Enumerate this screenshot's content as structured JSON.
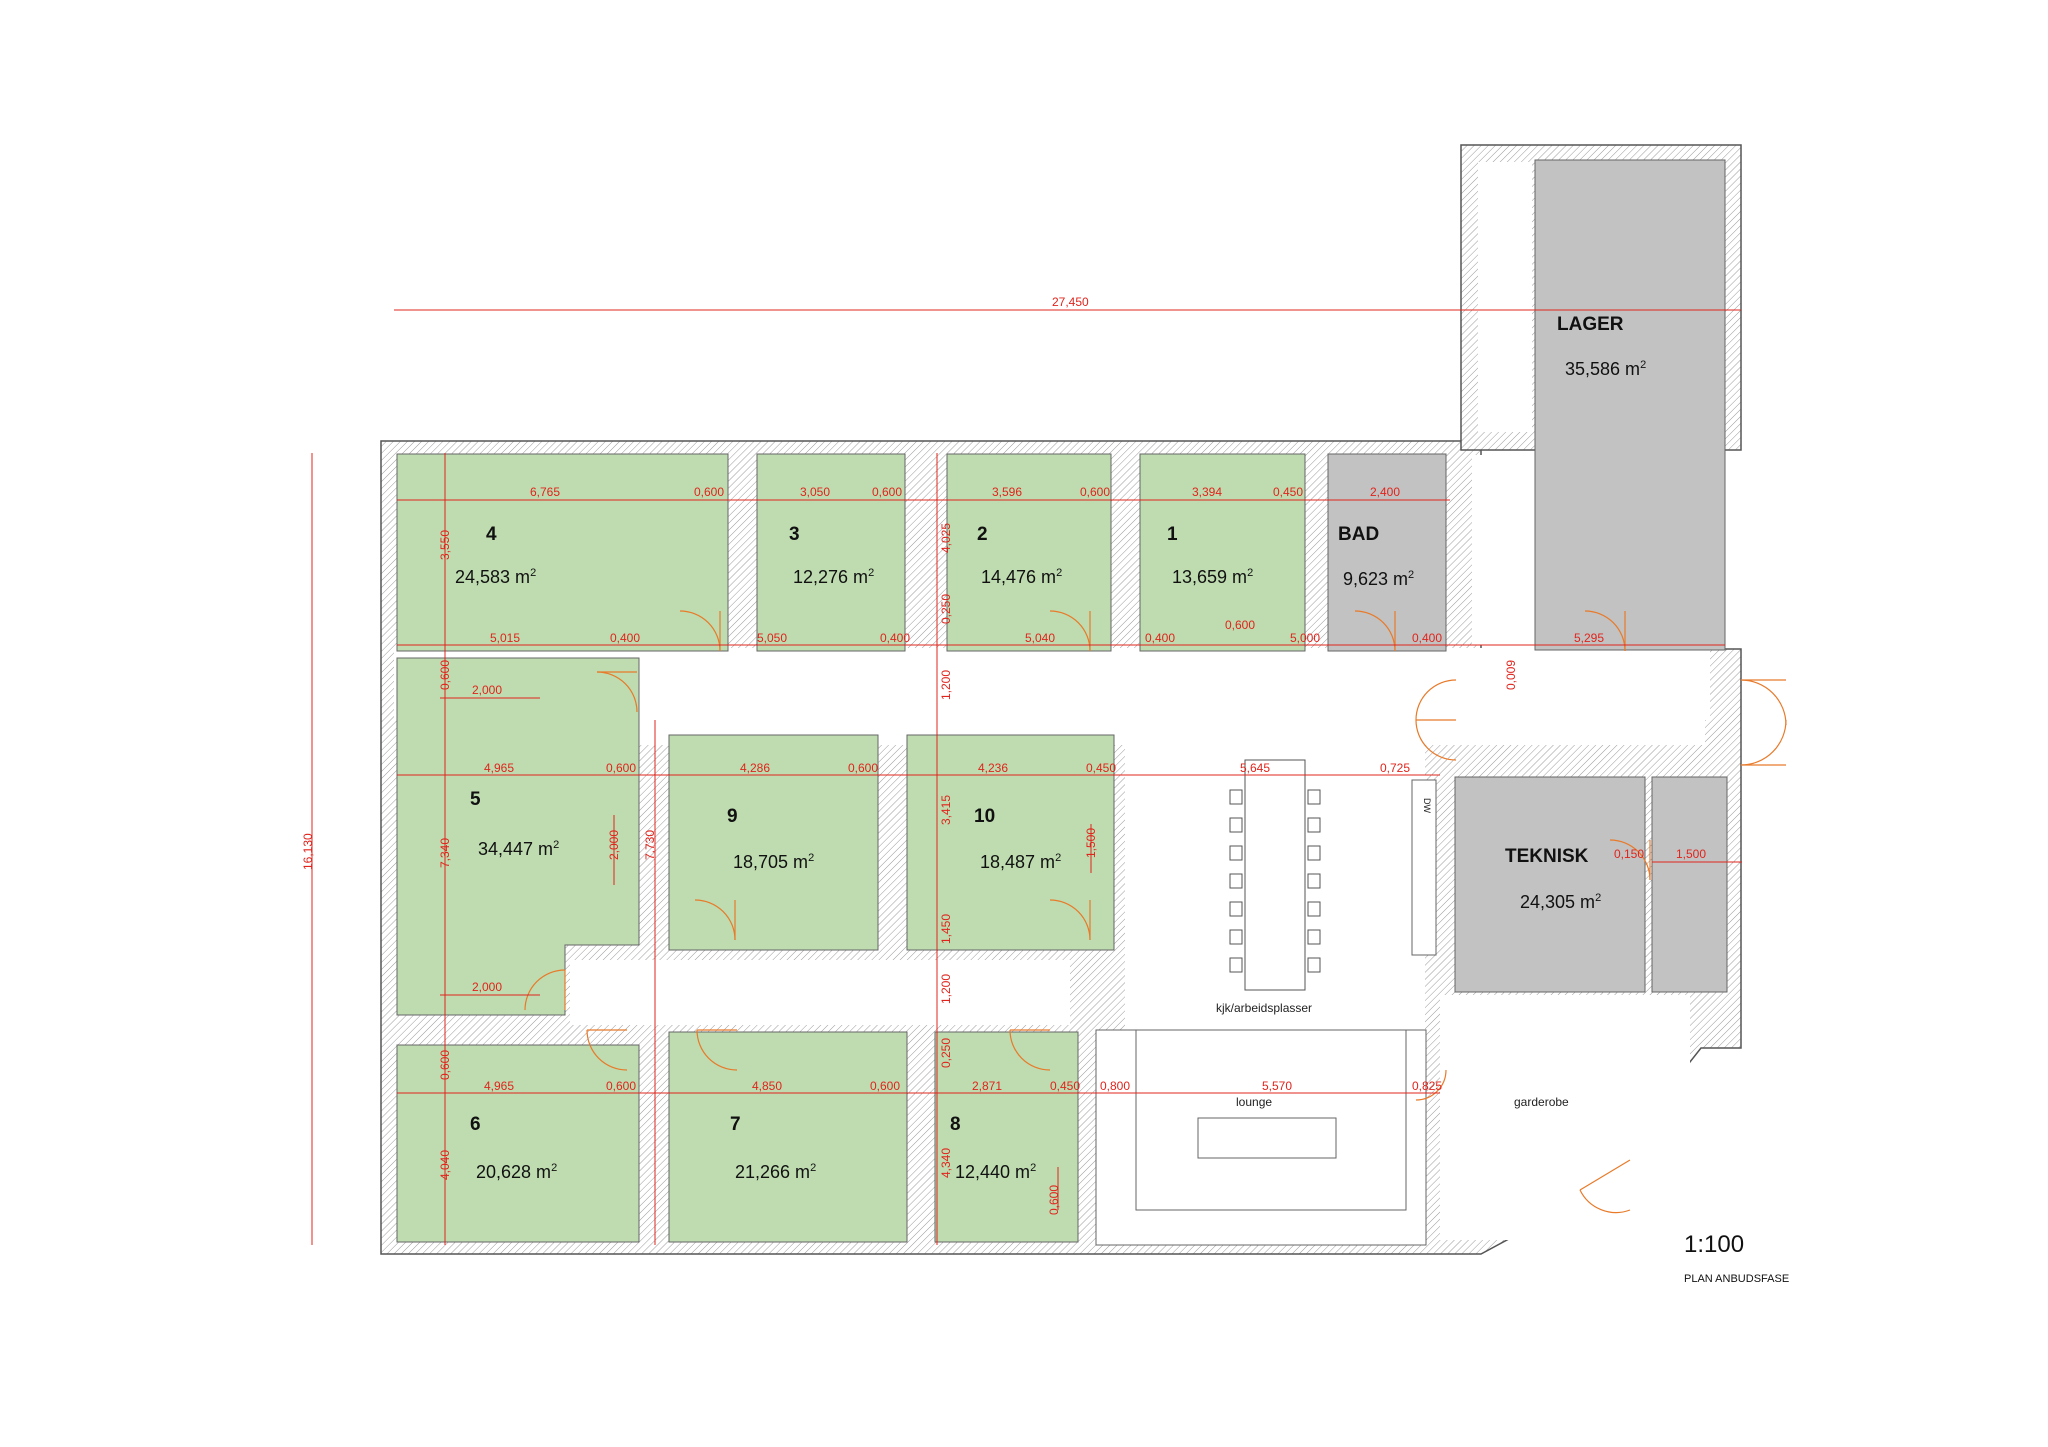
{
  "colors": {
    "room_green": "#bedcb0",
    "room_grey": "#c2c2c2",
    "wall": "#ffffff",
    "wall_stroke": "#555555",
    "dimension": "#e0241c",
    "door": "#e87a2a"
  },
  "rooms": [
    {
      "id": "4",
      "number": "4",
      "area": "24,583 m",
      "sup": "2",
      "type": "green"
    },
    {
      "id": "3",
      "number": "3",
      "area": "12,276 m",
      "sup": "2",
      "type": "green"
    },
    {
      "id": "2",
      "number": "2",
      "area": "14,476 m",
      "sup": "2",
      "type": "green"
    },
    {
      "id": "1",
      "number": "1",
      "area": "13,659 m",
      "sup": "2",
      "type": "green"
    },
    {
      "id": "bad",
      "number": "BAD",
      "area": "9,623 m",
      "sup": "2",
      "type": "grey"
    },
    {
      "id": "lager",
      "number": "LAGER",
      "area": "35,586 m",
      "sup": "2",
      "type": "grey"
    },
    {
      "id": "5",
      "number": "5",
      "area": "34,447 m",
      "sup": "2",
      "type": "green"
    },
    {
      "id": "9",
      "number": "9",
      "area": "18,705 m",
      "sup": "2",
      "type": "green"
    },
    {
      "id": "10",
      "number": "10",
      "area": "18,487 m",
      "sup": "2",
      "type": "green"
    },
    {
      "id": "teknisk",
      "number": "TEKNISK",
      "area": "24,305 m",
      "sup": "2",
      "type": "grey"
    },
    {
      "id": "6",
      "number": "6",
      "area": "20,628 m",
      "sup": "2",
      "type": "green"
    },
    {
      "id": "7",
      "number": "7",
      "area": "21,266 m",
      "sup": "2",
      "type": "green"
    },
    {
      "id": "8",
      "number": "8",
      "area": "12,440 m",
      "sup": "2",
      "type": "green"
    }
  ],
  "labels": {
    "kitchen": "kjk/arbeidsplasser",
    "lounge": "lounge",
    "wardrobe": "garderobe",
    "dw": "DW"
  },
  "dimensions": {
    "overall_width": "27,450",
    "overall_height": "16,130",
    "top_row": [
      "6,765",
      "0,600",
      "3,050",
      "0,600",
      "3,596",
      "0,600",
      "3,394",
      "0,450",
      "2,400"
    ],
    "corridor_top": [
      "5,015",
      "0,400",
      "5,050",
      "0,400",
      "5,040",
      "0,400",
      "0,600",
      "5,000",
      "0,400",
      "5,295",
      "0,009"
    ],
    "middle_row": [
      "4,965",
      "0,600",
      "4,286",
      "0,600",
      "4,236",
      "0,450",
      "5,645",
      "0,725"
    ],
    "bottom_row": [
      "4,965",
      "0,600",
      "4,850",
      "0,600",
      "2,871",
      "0,450",
      "0,800",
      "5,570",
      "0,825"
    ],
    "teknisk": [
      "0,150",
      "1,500"
    ],
    "vertical_left": [
      "3,550",
      "0,600",
      "7,340",
      "0,600",
      "4,040"
    ],
    "vertical_mid": [
      "4,025",
      "0,250",
      "1,200",
      "3,415",
      "1,450",
      "1,200",
      "0,250",
      "4,340"
    ],
    "door_widths": [
      "2,000",
      "2,000",
      "2,000",
      "7,730",
      "1,500",
      "0,600"
    ]
  },
  "title": {
    "scale": "1:100",
    "subtitle": "PLAN ANBUDSFASE"
  }
}
